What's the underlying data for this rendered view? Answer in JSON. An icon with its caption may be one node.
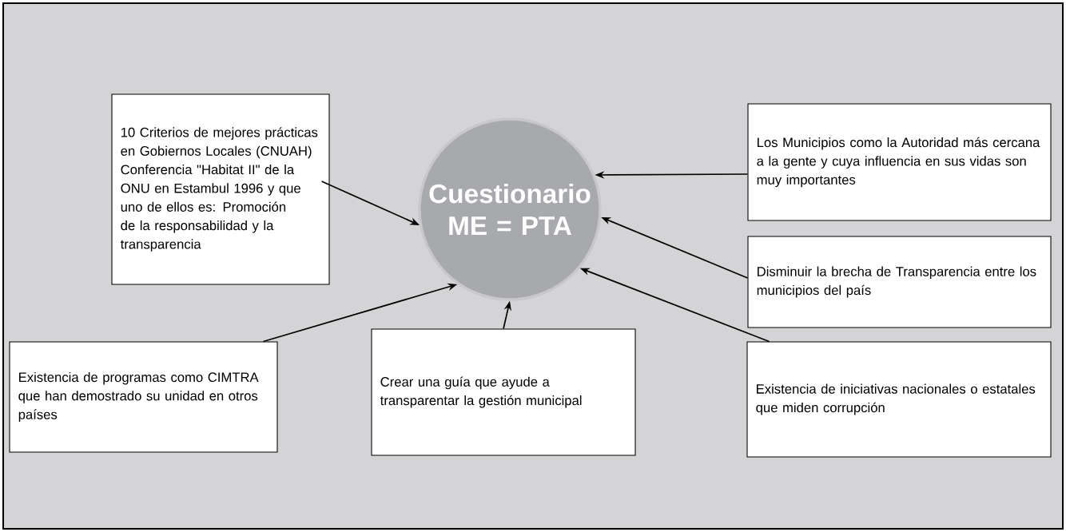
{
  "diagram": {
    "nodes": [
      {
        "text": [
          "10 Criterios de mejores prácticas en Gobiernos Locales (CNUAH) Conferencia \"Habitat II\" de la ONU en Estambul 1996 y que uno de ellos es: Promoción de la responsabilidad y la transparencia"
        ]
      },
      {
        "text": [
          "Cuestionario ME = PTA"
        ]
      },
      {
        "text": [
          "Los Municipios como la Autoridad más cercana a la gente y cuya influencia en sus vidas son muy importantes"
        ]
      },
      {
        "text": [
          "Disminuir la brecha de Transparencia entre los municipios del país"
        ]
      },
      {
        "text": [
          "Existencia de programas como CIMTRA que han demostrado su unidad en otros países"
        ]
      },
      {
        "text": [
          "Crear una guía que ayude a transparentar la gestión municipal"
        ]
      },
      {
        "text": [
          "Existencia de iniciativas nacionales o estatales que miden corrupción"
        ]
      }
    ],
    "edges": [
      {
        "from": 0,
        "to": 1,
        "arrow": "to"
      },
      {
        "from": 2,
        "to": 1,
        "arrow": "to"
      },
      {
        "from": 3,
        "to": 1,
        "arrow": "to"
      },
      {
        "from": 4,
        "to": 1,
        "arrow": "to"
      },
      {
        "from": 5,
        "to": 1,
        "arrow": "to"
      },
      {
        "from": 6,
        "to": 1,
        "arrow": "to"
      }
    ]
  }
}
